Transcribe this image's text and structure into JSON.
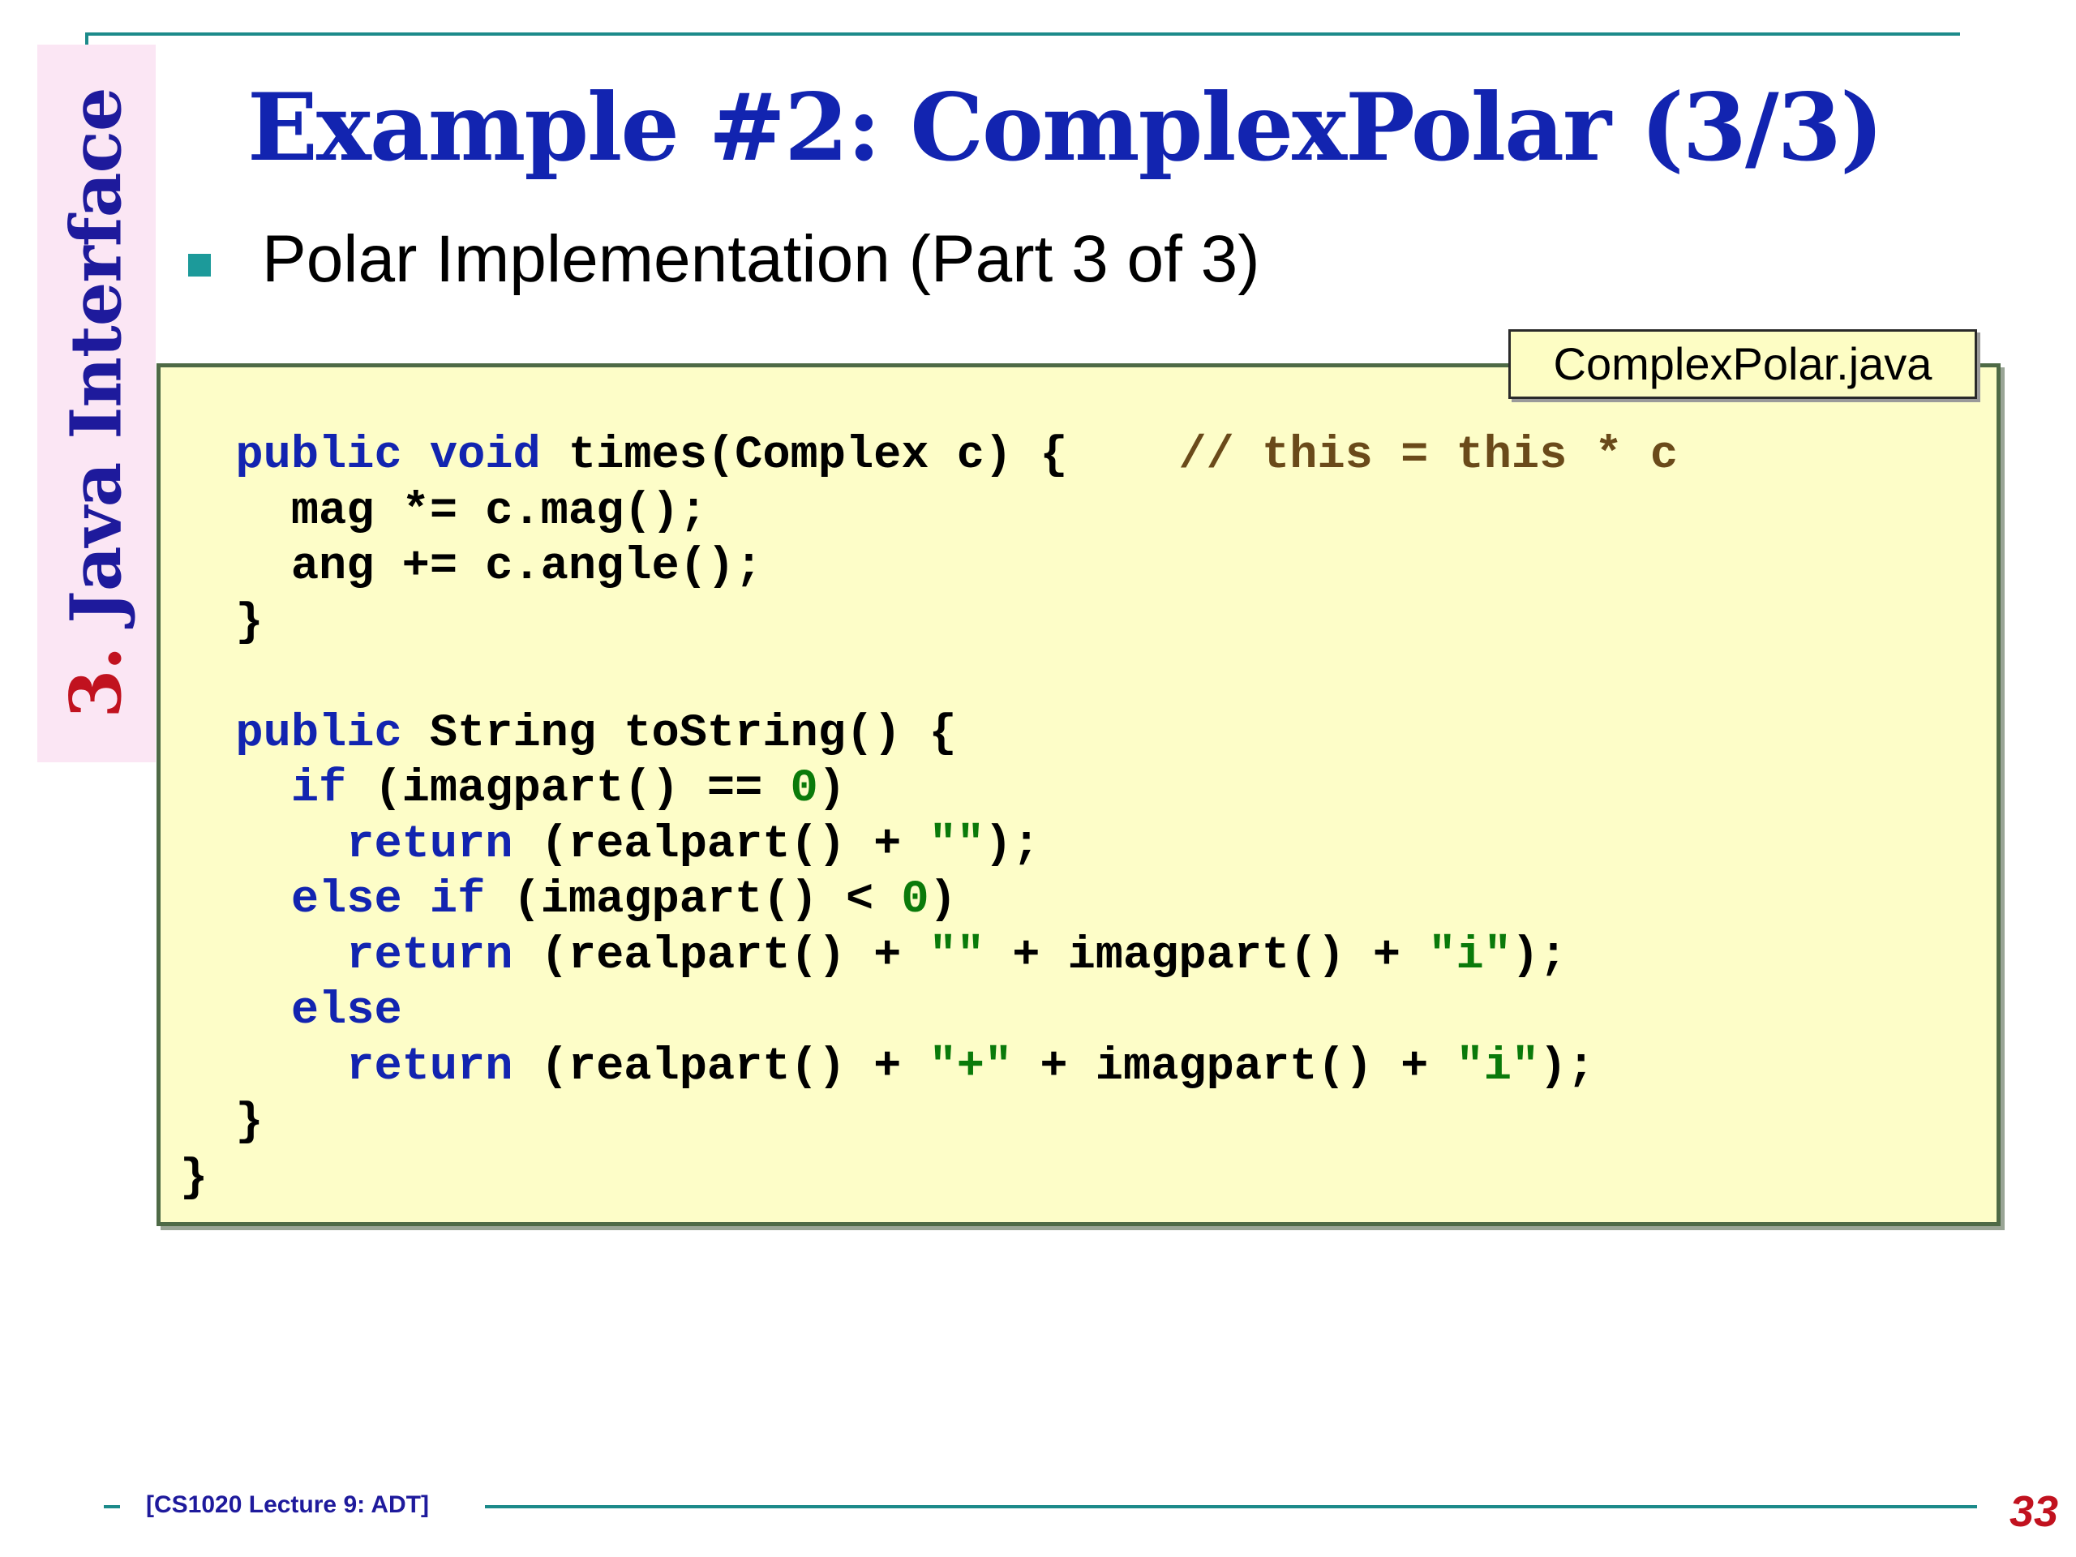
{
  "slide": {
    "section_number": "3.",
    "section_label": "Java Interface",
    "title": "Example #2: ComplexPolar (3/3)",
    "bullet": "Polar Implementation (Part 3 of 3)",
    "file_label": "ComplexPolar.java",
    "code_lines": [
      "  public void times(Complex c) {    // this = this * c",
      "    mag *= c.mag();",
      "    ang += c.angle();",
      "  }",
      "",
      "  public String toString() {",
      "    if (imagpart() == 0)",
      "      return (realpart() + \"\");",
      "    else if (imagpart() < 0)",
      "      return (realpart() + \"\" + imagpart() + \"i\");",
      "    else",
      "      return (realpart() + \"+\" + imagpart() + \"i\");",
      "  }",
      "}"
    ],
    "footer": "[CS1020 Lecture 9: ADT]",
    "page_number": "33"
  },
  "colors": {
    "title": "#1224b0",
    "keyword": "#1224b0",
    "string": "#0a7a0a",
    "comment": "#6a4a1a",
    "accent_teal": "#1c8a8a",
    "section_number": "#c1121f",
    "code_background": "#fdfdc8",
    "side_tab_background": "#fbe6f4"
  }
}
